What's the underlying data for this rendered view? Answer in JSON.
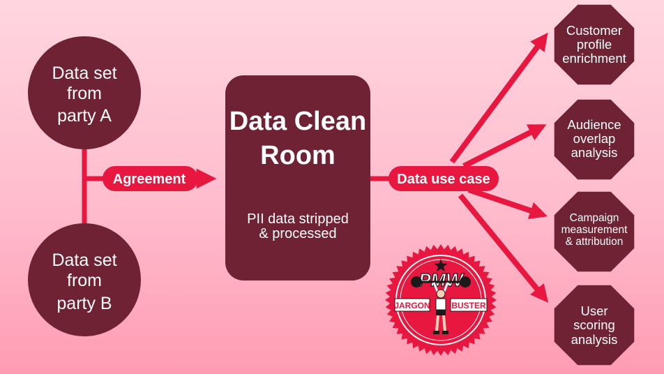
{
  "sources": [
    {
      "lines": [
        "Data set",
        "from",
        "party A"
      ]
    },
    {
      "lines": [
        "Data set",
        "from",
        "party B"
      ]
    }
  ],
  "agreement_label": "Agreement",
  "clean_room": {
    "title_lines": [
      "Data Clean",
      "Room"
    ],
    "subtitle_lines": [
      "PII data stripped",
      "& processed"
    ]
  },
  "use_case_label": "Data use case",
  "outcomes": [
    {
      "lines": [
        "Customer",
        "profile",
        "enrichment"
      ]
    },
    {
      "lines": [
        "Audience",
        "overlap",
        "analysis"
      ]
    },
    {
      "lines": [
        "Campaign",
        "measurement",
        "& attribution"
      ]
    },
    {
      "lines": [
        "User",
        "scoring",
        "analysis"
      ]
    }
  ],
  "badge": {
    "brand": "PMW",
    "lines": [
      "JARGON",
      "BUSTER"
    ]
  },
  "colors": {
    "node": "#6e2233",
    "accent": "#e8173f",
    "text": "#ffffff",
    "bg_top": "#ffd6e0",
    "bg_bottom": "#ff9cb3"
  }
}
